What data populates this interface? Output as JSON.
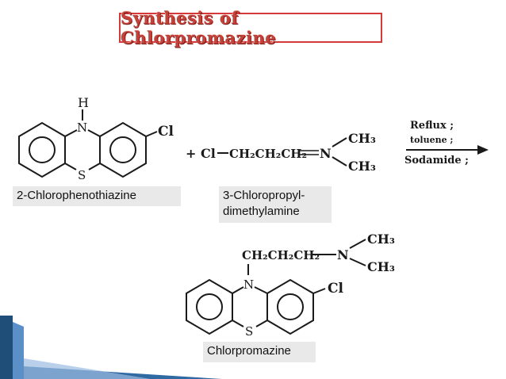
{
  "title": "Synthesis of Chlorpromazine",
  "labels": {
    "reactant1": "2-Chlorophenothiazine",
    "reactant2_line1": "3-Chloropropyl-",
    "reactant2_line2": "dimethylamine",
    "product": "Chlorpromazine"
  },
  "structure_text": {
    "r1_h": "H",
    "r1_n": "N",
    "r1_s": "S",
    "r1_cl": "Cl",
    "r2_plus_cl": "+ Cl",
    "r2_chain": "CH₂CH₂CH₂",
    "r2_n": "N",
    "r2_ch3_top": "CH₃",
    "r2_ch3_bottom": "CH₃",
    "p_chain": "CH₂CH₂CH₂",
    "p_n_amine": "N",
    "p_ch3_top": "CH₃",
    "p_ch3_bottom": "CH₃",
    "p_n_ring": "N",
    "p_s": "S",
    "p_cl": "Cl"
  },
  "conditions": {
    "line1": "Reflux ;",
    "line2": "toluene ;",
    "line3": "Sodamide ;"
  },
  "colors": {
    "title_text": "#c4423c",
    "title_border": "#d43a3a",
    "label_bg": "#e9e9e9",
    "corner_accent": "#1f4e79"
  }
}
